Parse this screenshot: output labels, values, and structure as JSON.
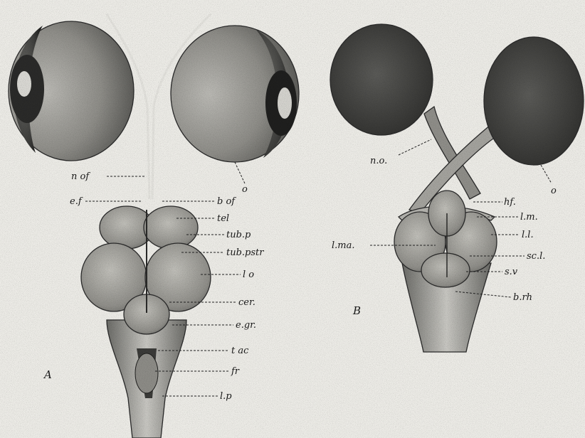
{
  "figure": {
    "panel_a": {
      "letter": "A",
      "labels": {
        "n_of": "n of",
        "e_f": "e.f",
        "b_of": "b of",
        "tel": "tel",
        "tub_p": "tub.p",
        "tub_pstr": "tub.pstr",
        "l_o": "l o",
        "cer": "cer.",
        "e_gr": "e.gr.",
        "t_ac": "t ac",
        "fr": "fr",
        "l_p": "l.p",
        "o": "o"
      }
    },
    "panel_b": {
      "letter": "B",
      "labels": {
        "n_o": "n.o.",
        "o": "o",
        "hf": "hf.",
        "l_m": "l.m.",
        "l_l": "l.l.",
        "l_ma": "l.ma.",
        "sc_l": "sc.l.",
        "s_v": "s.v",
        "b_rh": "b.rh"
      }
    }
  }
}
